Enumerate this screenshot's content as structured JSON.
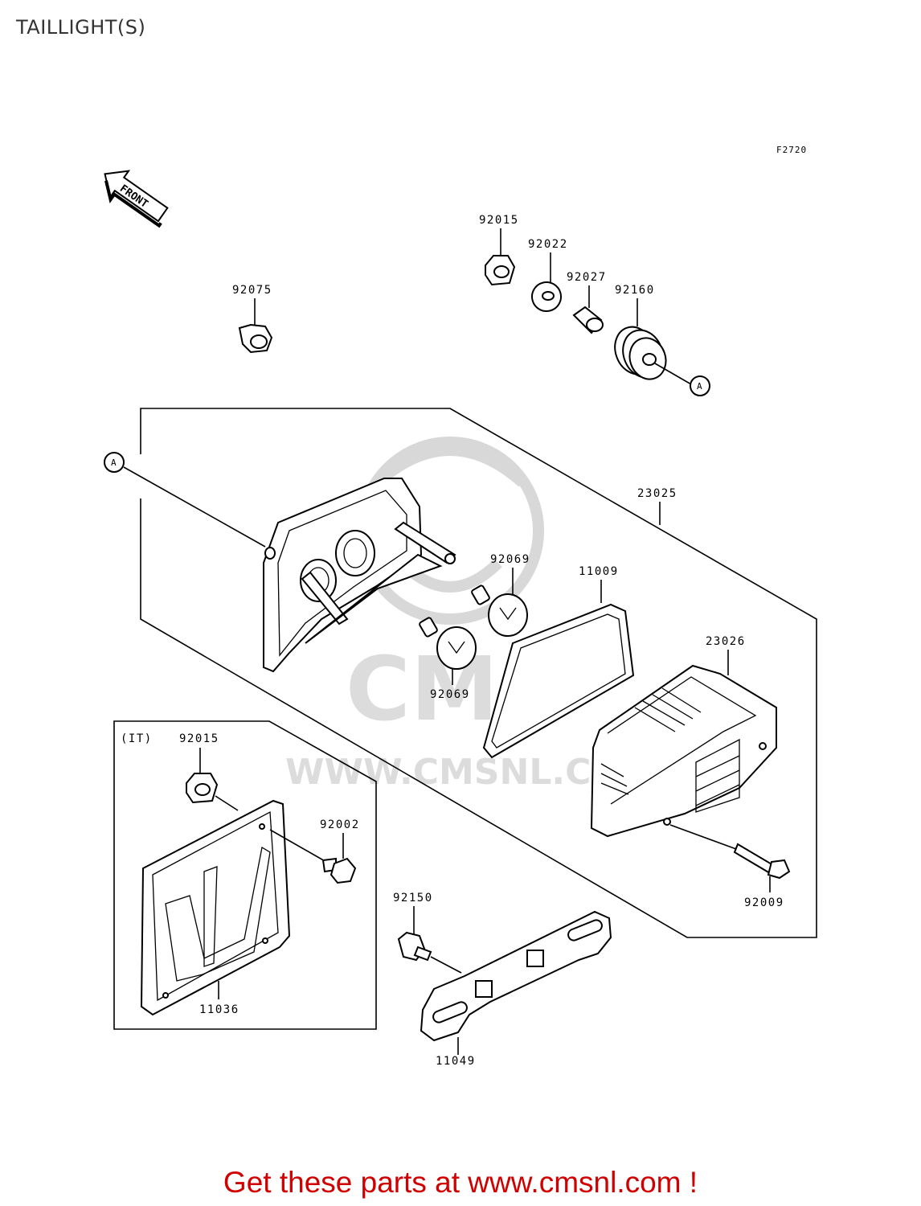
{
  "page": {
    "title": "TAILLIGHT(S)",
    "figure_code": "F2720",
    "footer_text": "Get these parts at www.cmsnl.com !"
  },
  "watermark": {
    "brand": "CMS",
    "url": "WWW.CMSNL.COM"
  },
  "front_arrow": {
    "label": "FRONT"
  },
  "callouts": {
    "ref_a_top": "A",
    "ref_a_left": "A"
  },
  "parts": {
    "p92015_top": "92015",
    "p92022": "92022",
    "p92027": "92027",
    "p92160": "92160",
    "p92075": "92075",
    "p23025": "23025",
    "p92069_upper": "92069",
    "p92069_lower": "92069",
    "p11009": "11009",
    "p23026": "23026",
    "p92009": "92009",
    "p92015_it": "92015",
    "p92002": "92002",
    "p11036": "11036",
    "p92150": "92150",
    "p11049": "11049"
  },
  "inset": {
    "label": "(IT)"
  },
  "colors": {
    "footer": "#d10000",
    "line": "#000000",
    "watermark": "#dcdcdc"
  }
}
